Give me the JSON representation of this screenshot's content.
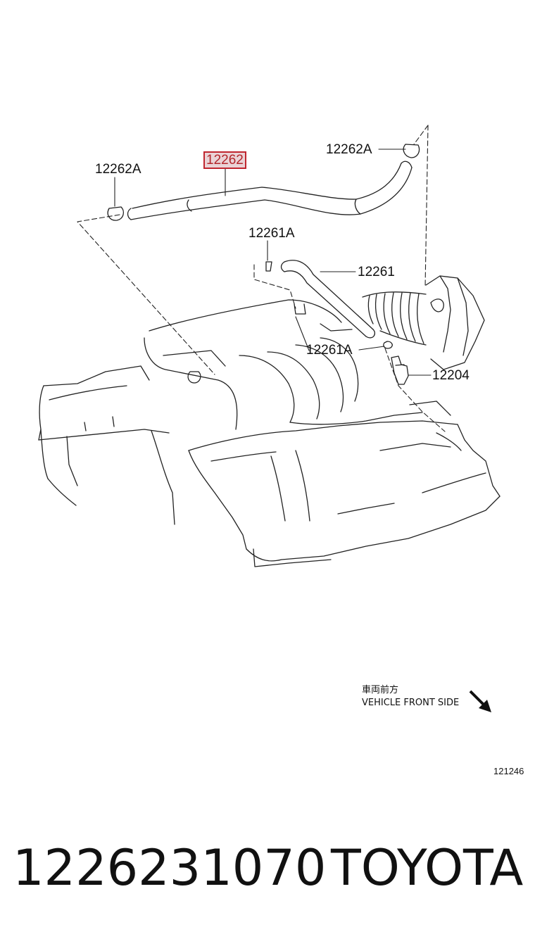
{
  "diagram": {
    "callouts": [
      {
        "id": "clamp-left",
        "label": "12262A"
      },
      {
        "id": "hose-main",
        "label": "12262",
        "highlighted": true
      },
      {
        "id": "clamp-right",
        "label": "12262A"
      },
      {
        "id": "clip-upper",
        "label": "12261A"
      },
      {
        "id": "hose-pcv",
        "label": "12261"
      },
      {
        "id": "clip-lower",
        "label": "12261A"
      },
      {
        "id": "pcv-valve",
        "label": "12204"
      }
    ],
    "orientation": {
      "label_jp": "車両前方",
      "label_en": "VEHICLE FRONT SIDE",
      "arrow_icon": "arrow-down-right-icon"
    },
    "reference_code": "121246",
    "highlight_color": "#c0262f"
  },
  "footer": {
    "part_number": "1226231070",
    "brand": "TOYOTA"
  }
}
